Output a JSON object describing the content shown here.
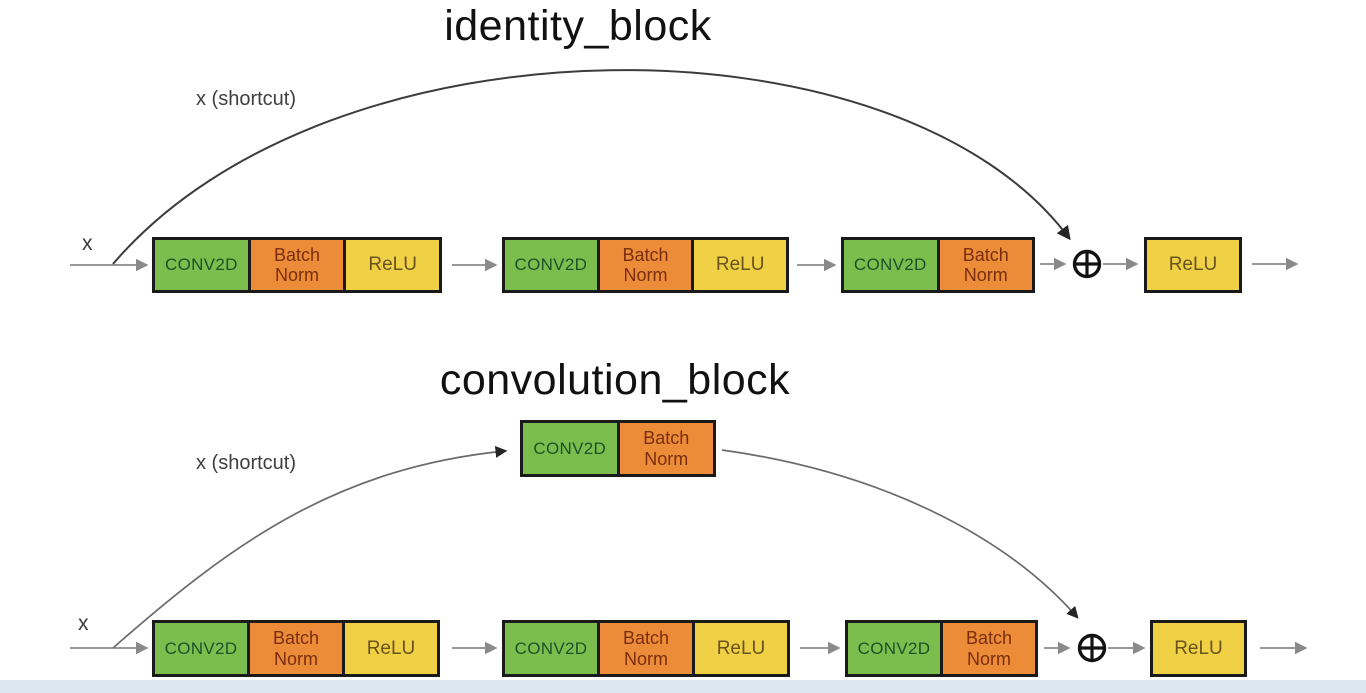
{
  "colors": {
    "page-bg": "#ffffff",
    "conv-bg": "#7cbe4e",
    "conv-text": "#1e5128",
    "bn-bg": "#ec8c38",
    "bn-text": "#7a2e0e",
    "relu-bg": "#f0d045",
    "relu-text": "#6a531f",
    "border": "#1a1a1a",
    "arrow": "#8a8a8a",
    "shortcut-line": "#3c3c3c",
    "shortcut-line-2": "#6b6b6b",
    "strip": "#dbe7f1"
  },
  "diagrams": [
    {
      "title": "identity_block",
      "input_label": "x",
      "shortcut_label": "x (shortcut)",
      "merge_symbol": "⊕",
      "main_path": [
        {
          "segments": [
            {
              "type": "conv",
              "label": "CONV2D"
            },
            {
              "type": "bn",
              "label": "Batch Norm"
            },
            {
              "type": "relu",
              "label": "ReLU"
            }
          ]
        },
        {
          "segments": [
            {
              "type": "conv",
              "label": "CONV2D"
            },
            {
              "type": "bn",
              "label": "Batch Norm"
            },
            {
              "type": "relu",
              "label": "ReLU"
            }
          ]
        },
        {
          "segments": [
            {
              "type": "conv",
              "label": "CONV2D"
            },
            {
              "type": "bn",
              "label": "Batch Norm"
            }
          ]
        }
      ],
      "output_block": {
        "type": "relu",
        "label": "ReLU"
      }
    },
    {
      "title": "convolution_block",
      "input_label": "x",
      "shortcut_label": "x (shortcut)",
      "merge_symbol": "⊕",
      "shortcut_block": {
        "segments": [
          {
            "type": "conv",
            "label": "CONV2D"
          },
          {
            "type": "bn",
            "label": "Batch Norm"
          }
        ]
      },
      "main_path": [
        {
          "segments": [
            {
              "type": "conv",
              "label": "CONV2D"
            },
            {
              "type": "bn",
              "label": "Batch Norm"
            },
            {
              "type": "relu",
              "label": "ReLU"
            }
          ]
        },
        {
          "segments": [
            {
              "type": "conv",
              "label": "CONV2D"
            },
            {
              "type": "bn",
              "label": "Batch Norm"
            },
            {
              "type": "relu",
              "label": "ReLU"
            }
          ]
        },
        {
          "segments": [
            {
              "type": "conv",
              "label": "CONV2D"
            },
            {
              "type": "bn",
              "label": "Batch Norm"
            }
          ]
        }
      ],
      "output_block": {
        "type": "relu",
        "label": "ReLU"
      }
    }
  ]
}
